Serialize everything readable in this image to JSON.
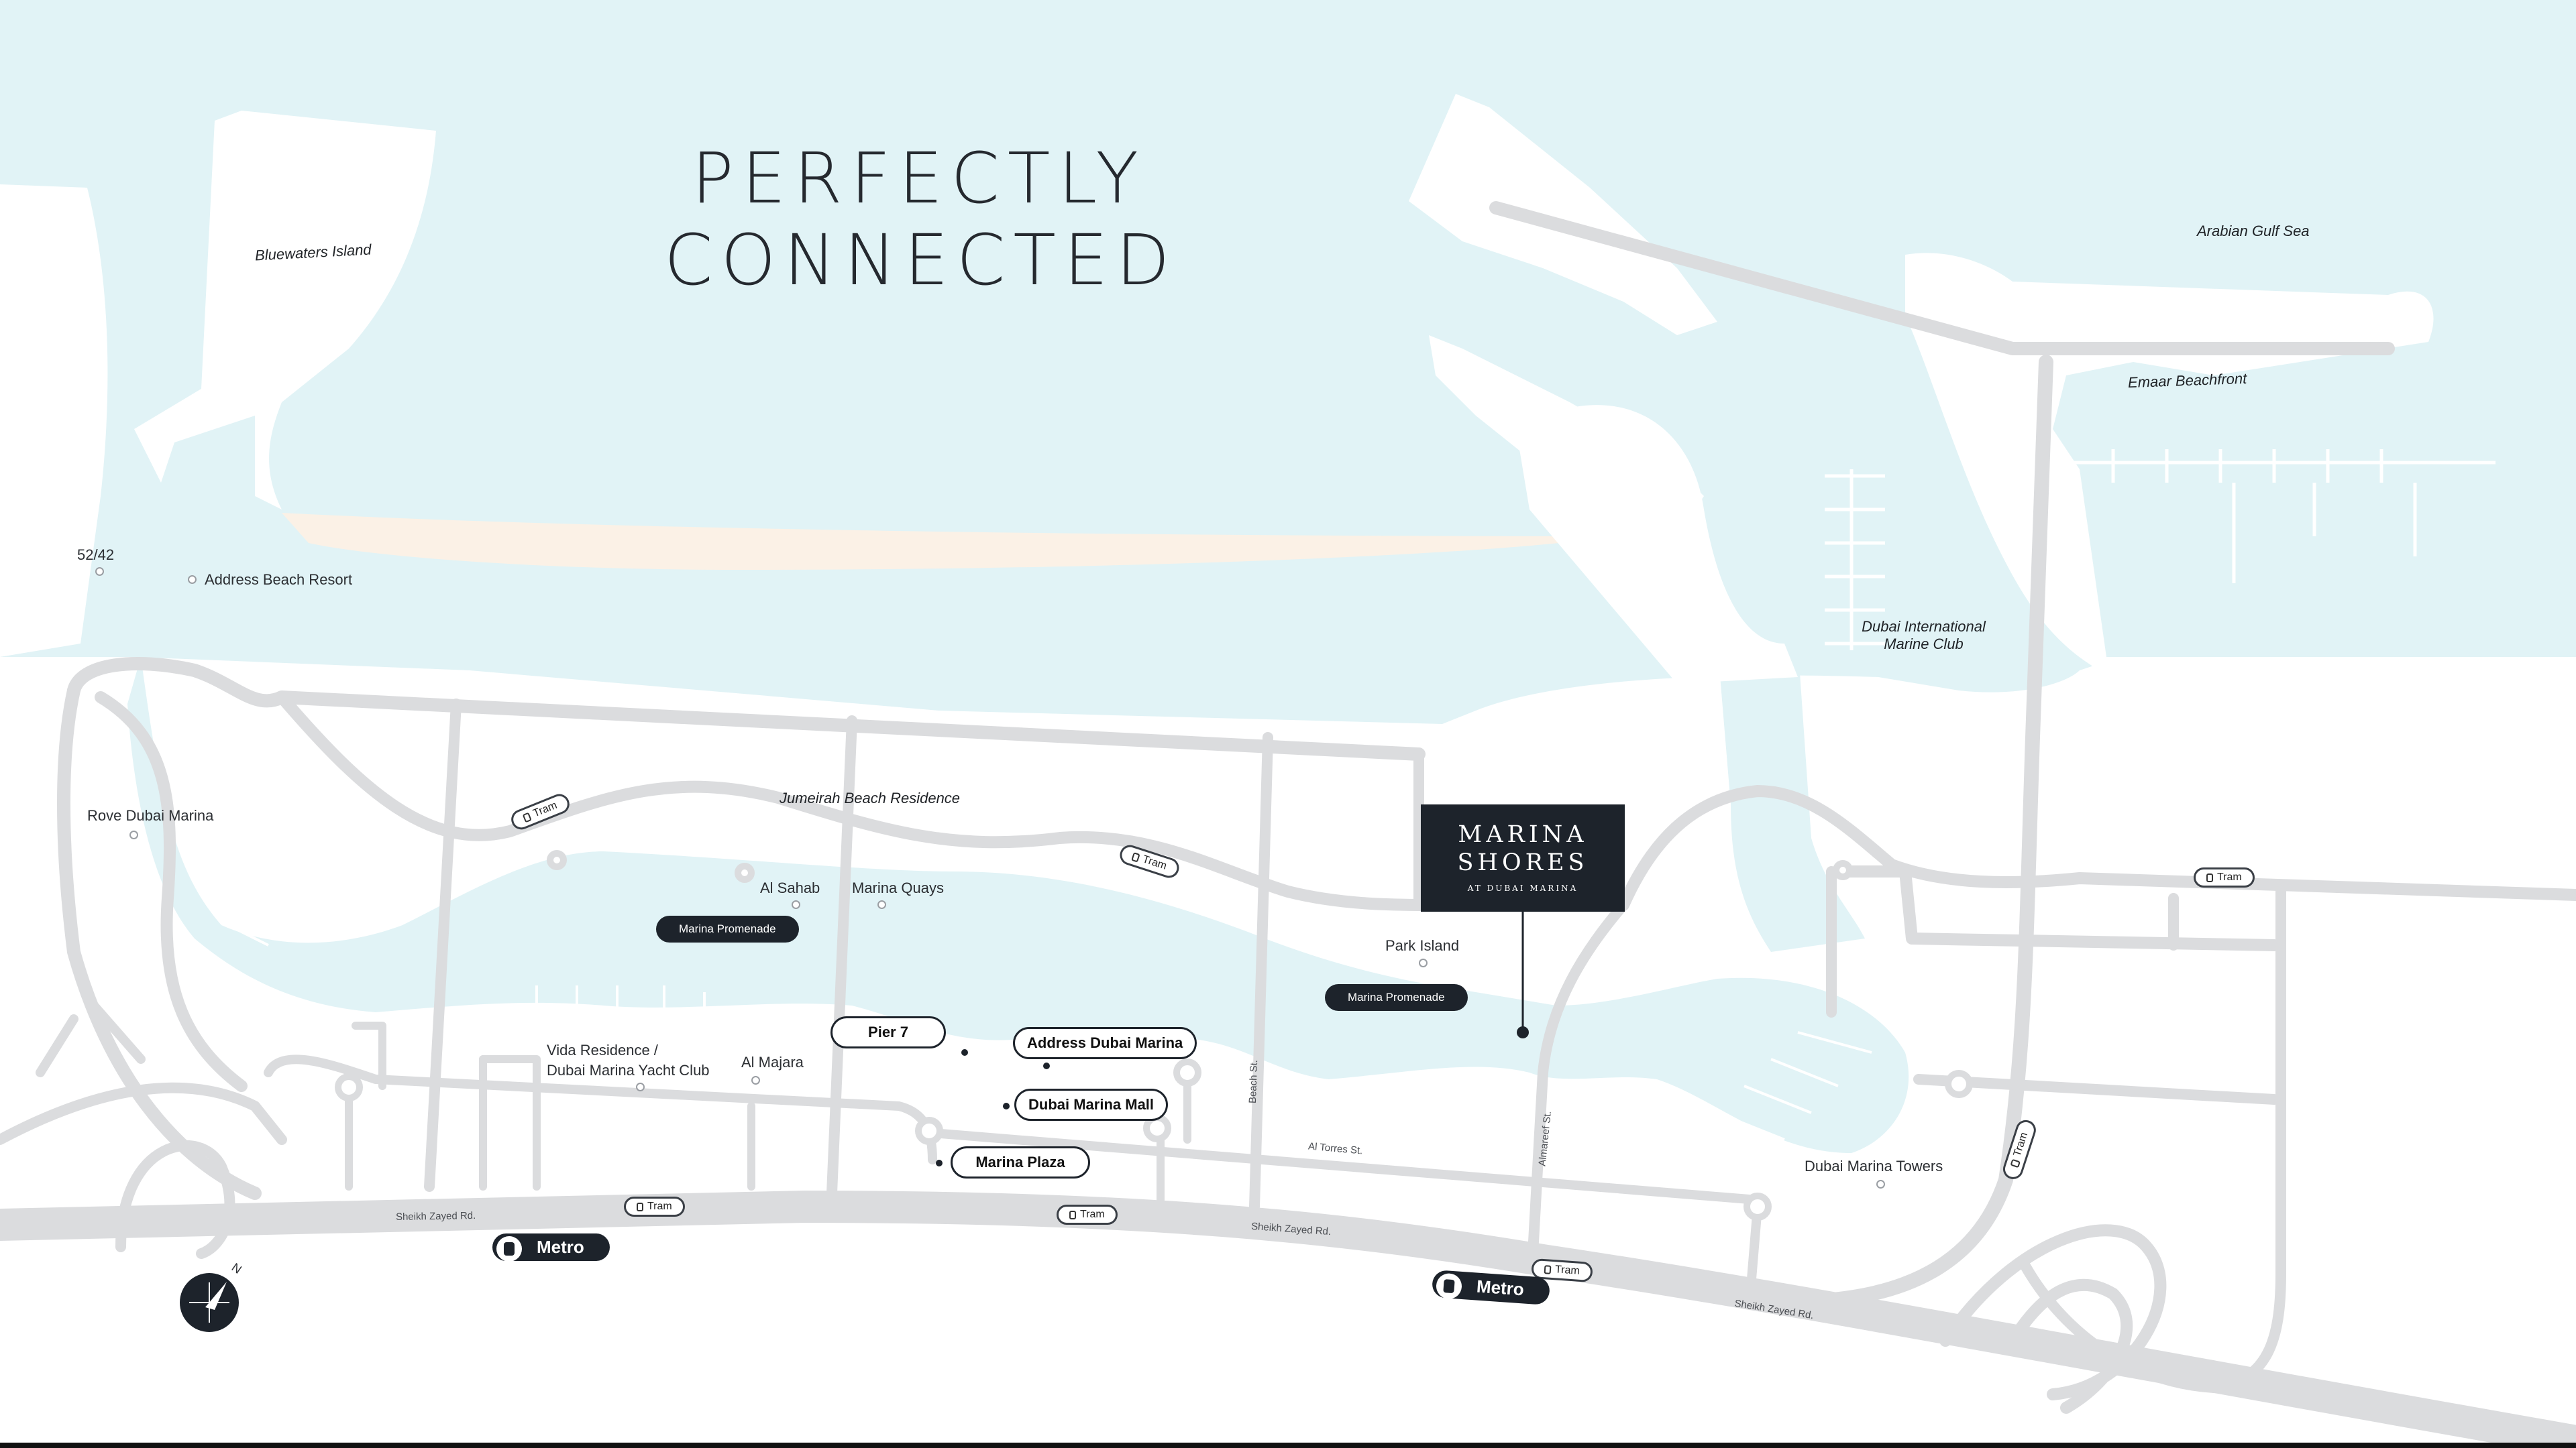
{
  "title": {
    "line1": "PERFECTLY",
    "line2": "CONNECTED"
  },
  "project": {
    "name_line1": "MARINA",
    "name_line2": "SHORES",
    "subtitle": "AT DUBAI MARINA"
  },
  "colors": {
    "sea": "#e1f3f6",
    "land": "#ffffff",
    "road": "#dbdcde",
    "beach": "#fbf1e6",
    "dark": "#1d232b"
  },
  "areas": {
    "bluewaters": "Bluewaters Island",
    "arabian_gulf": "Arabian Gulf Sea",
    "emaar_beachfront": "Emaar Beachfront",
    "marine_club_line1": "Dubai International",
    "marine_club_line2": "Marine Club",
    "jbr": "Jumeirah Beach Residence"
  },
  "places": {
    "p5242": "52/42",
    "address_beach": "Address Beach Resort",
    "rove": "Rove Dubai Marina",
    "al_sahab": "Al Sahab",
    "marina_quays": "Marina Quays",
    "vida_line1": "Vida Residence /",
    "vida_line2": "Dubai Marina Yacht Club",
    "al_majara": "Al Majara",
    "park_island": "Park Island",
    "marina_towers": "Dubai Marina Towers"
  },
  "promenades": {
    "west": "Marina Promenade",
    "east": "Marina Promenade"
  },
  "landmarks": {
    "pier7": "Pier 7",
    "address_marina": "Address Dubai Marina",
    "marina_mall": "Dubai Marina Mall",
    "marina_plaza": "Marina Plaza"
  },
  "roads": {
    "szr1": "Sheikh Zayed Rd.",
    "szr2": "Sheikh Zayed Rd.",
    "szr3": "Sheikh Zayed Rd.",
    "torres": "Al Torres St.",
    "beach_st": "Beach St.",
    "marsa": "Almareef St."
  },
  "transit": {
    "tram_label": "Tram",
    "metro_label": "Metro"
  },
  "compass": {
    "north": "N"
  }
}
